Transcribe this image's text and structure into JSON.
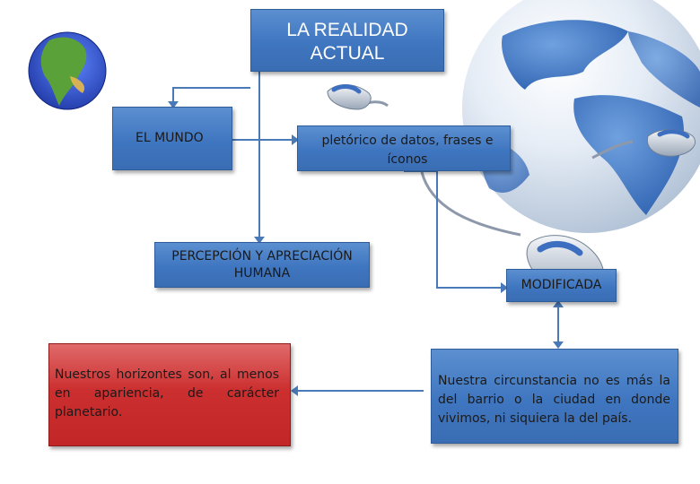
{
  "title": "LA REALIDAD ACTUAL",
  "nodes": {
    "mundo": "EL MUNDO",
    "pletorico": "pletórico de datos, frases e íconos",
    "percepcion": "PERCEPCIÓN Y APRECIACIÓN HUMANA",
    "modificada": "MODIFICADA",
    "horizontes": "Nuestros horizontes son, al menos en apariencia, de carácter planetario.",
    "circunstancia": "Nuestra circunstancia no es más la del barrio o la ciudad en donde vivimos, ni siquiera la del país."
  },
  "colors": {
    "box_blue": "#3f76c0",
    "box_red": "#cc2f2f",
    "connector": "#4a79b8",
    "globe_ocean": "#2f55c8",
    "globe_land": "#5aa13a"
  }
}
